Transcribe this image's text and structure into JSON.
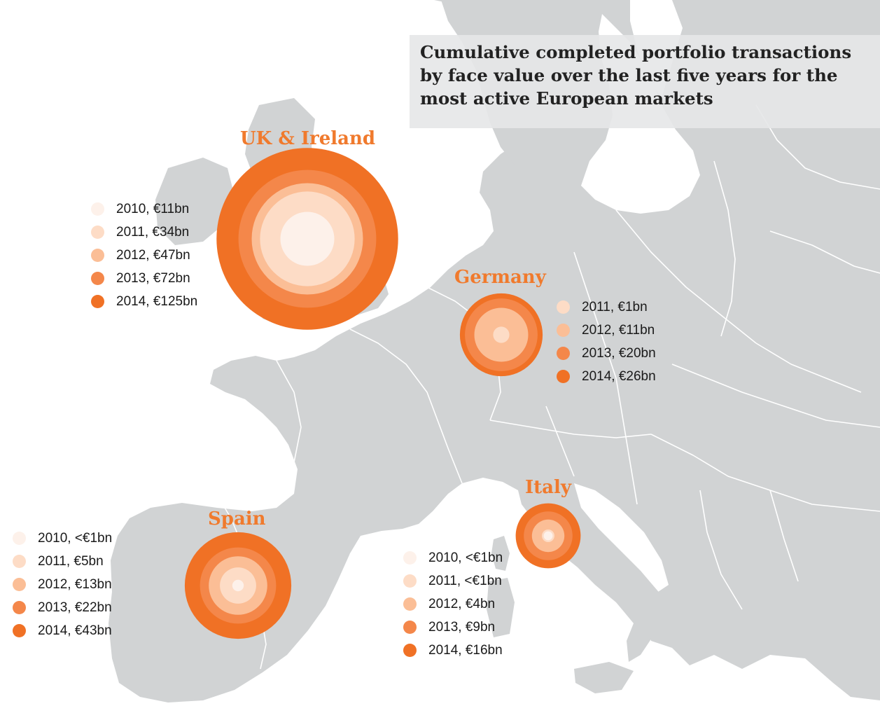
{
  "title": "Cumulative completed portfolio transactions\nby face value over the last five years for the\nmost active European markets",
  "colors": {
    "label": "#f07a2d",
    "land": "#d1d3d4",
    "water": "#ffffff",
    "border": "#ffffff",
    "2010": "#fdf1ea",
    "2011": "#fddcc6",
    "2012": "#fbbe96",
    "2013": "#f4874a",
    "2014": "#f07125"
  },
  "chart_data": {
    "type": "bubble-map",
    "unit": "€bn",
    "regions": [
      {
        "id": "uk",
        "name": "UK & Ireland",
        "values": [
          {
            "year": "2010",
            "value": 11,
            "label": "2010, €11bn"
          },
          {
            "year": "2011",
            "value": 34,
            "label": "2011, €34bn"
          },
          {
            "year": "2012",
            "value": 47,
            "label": "2012, €47bn"
          },
          {
            "year": "2013",
            "value": 72,
            "label": "2013, €72bn"
          },
          {
            "year": "2014",
            "value": 125,
            "label": "2014, €125bn"
          }
        ]
      },
      {
        "id": "germany",
        "name": "Germany",
        "values": [
          {
            "year": "2011",
            "value": 1,
            "label": "2011, €1bn"
          },
          {
            "year": "2012",
            "value": 11,
            "label": "2012, €11bn"
          },
          {
            "year": "2013",
            "value": 20,
            "label": "2013, €20bn"
          },
          {
            "year": "2014",
            "value": 26,
            "label": "2014, €26bn"
          }
        ]
      },
      {
        "id": "spain",
        "name": "Spain",
        "values": [
          {
            "year": "2010",
            "value": 0.5,
            "label": "2010, <€1bn"
          },
          {
            "year": "2011",
            "value": 5,
            "label": "2011, €5bn"
          },
          {
            "year": "2012",
            "value": 13,
            "label": "2012, €13bn"
          },
          {
            "year": "2013",
            "value": 22,
            "label": "2013, €22bn"
          },
          {
            "year": "2014",
            "value": 43,
            "label": "2014, €43bn"
          }
        ]
      },
      {
        "id": "italy",
        "name": "Italy",
        "values": [
          {
            "year": "2010",
            "value": 0.3,
            "label": "2010, <€1bn"
          },
          {
            "year": "2011",
            "value": 0.6,
            "label": "2011, <€1bn"
          },
          {
            "year": "2012",
            "value": 4,
            "label": "2012, €4bn"
          },
          {
            "year": "2013",
            "value": 9,
            "label": "2013, €9bn"
          },
          {
            "year": "2014",
            "value": 16,
            "label": "2014, €16bn"
          }
        ]
      }
    ]
  }
}
